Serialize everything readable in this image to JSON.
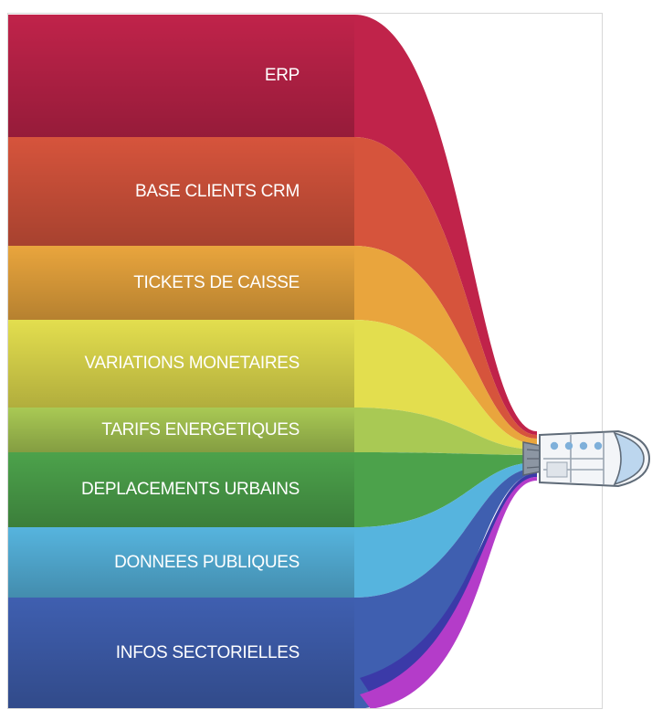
{
  "bands": [
    {
      "label": "ERP",
      "color": "#c0234a",
      "shade": "#8f1330"
    },
    {
      "label": "BASE CLIENTS CRM",
      "color": "#d6543c",
      "shade": "#a33322"
    },
    {
      "label": "TICKETS DE CAISSE",
      "color": "#e9a53d",
      "shade": "#c27a1c"
    },
    {
      "label": "VARIATIONS MONETAIRES",
      "color": "#e3de4e",
      "shade": "#c9c22a"
    },
    {
      "label": "TARIFS ENERGETIQUES",
      "color": "#a9c954",
      "shade": "#86a63a"
    },
    {
      "label": "DEPLACEMENTS URBAINS",
      "color": "#4ca24b",
      "shade": "#357e35"
    },
    {
      "label": "DONNEES PUBLIQUES",
      "color": "#56b4de",
      "shade": "#3590bd"
    },
    {
      "label": "INFOS SECTORIELLES",
      "color": "#3f5fb0",
      "shade": "#2a4490"
    }
  ],
  "extra_streams": [
    {
      "color": "#3b3aa8"
    },
    {
      "color": "#b43cc9"
    }
  ],
  "icons": {
    "ship": "spaceship-icon"
  }
}
